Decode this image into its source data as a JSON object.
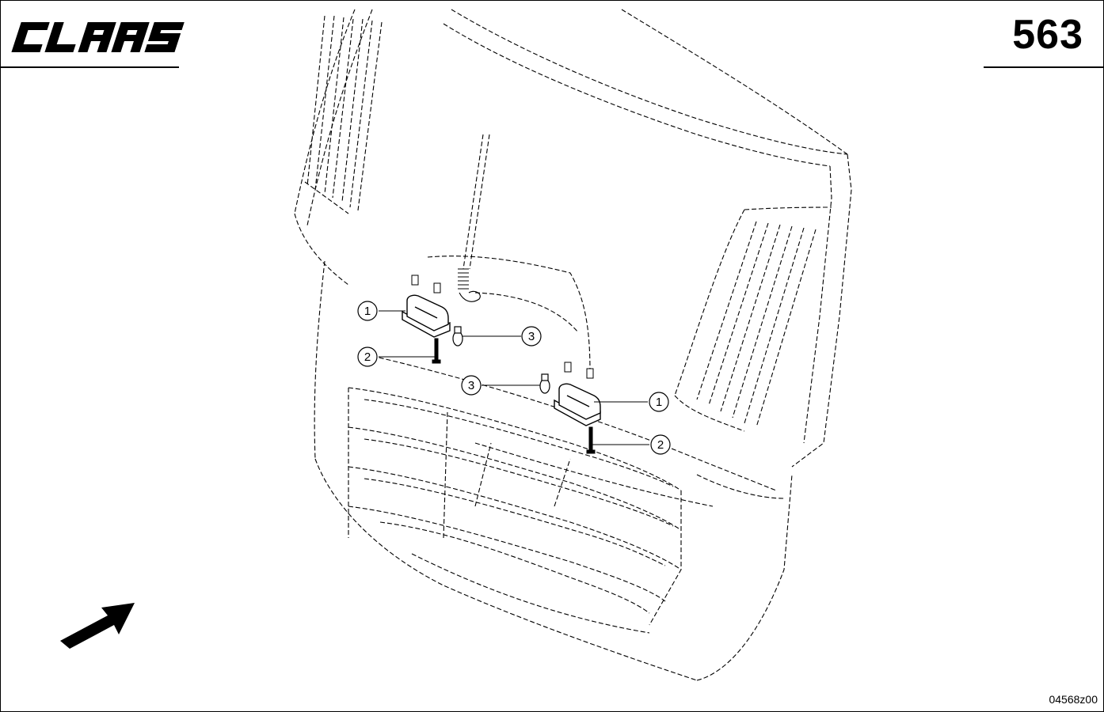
{
  "header": {
    "brand": "CLAAS",
    "page_number": "563"
  },
  "callouts": [
    {
      "id": "c1a",
      "label": "1"
    },
    {
      "id": "c2a",
      "label": "2"
    },
    {
      "id": "c3a",
      "label": "3"
    },
    {
      "id": "c3b",
      "label": "3"
    },
    {
      "id": "c1b",
      "label": "1"
    },
    {
      "id": "c2b",
      "label": "2"
    }
  ],
  "footer": {
    "drawing_id": "04568z00"
  },
  "icons": {
    "direction": "direction-arrow-icon"
  }
}
